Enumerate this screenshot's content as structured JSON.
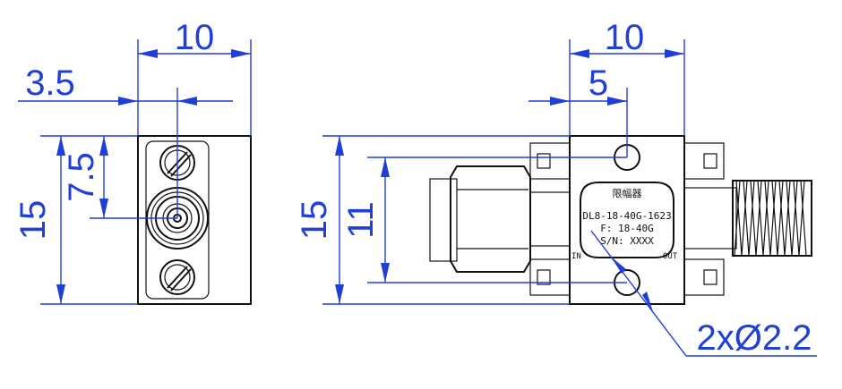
{
  "front_view": {
    "dim_width": "10",
    "dim_offset": "3.5",
    "dim_height": "15",
    "dim_center": "7.5"
  },
  "side_view": {
    "dim_width": "10",
    "dim_half": "5",
    "dim_height": "15",
    "dim_hole_spacing": "11",
    "hole_callout": "2xØ2.2"
  },
  "label_plate": {
    "name": "限幅器",
    "model": "DL8-18-40G-1623",
    "freq": "F: 18-40G",
    "serial": "S/N: XXXX",
    "port_in": "IN",
    "port_out": "OUT"
  }
}
